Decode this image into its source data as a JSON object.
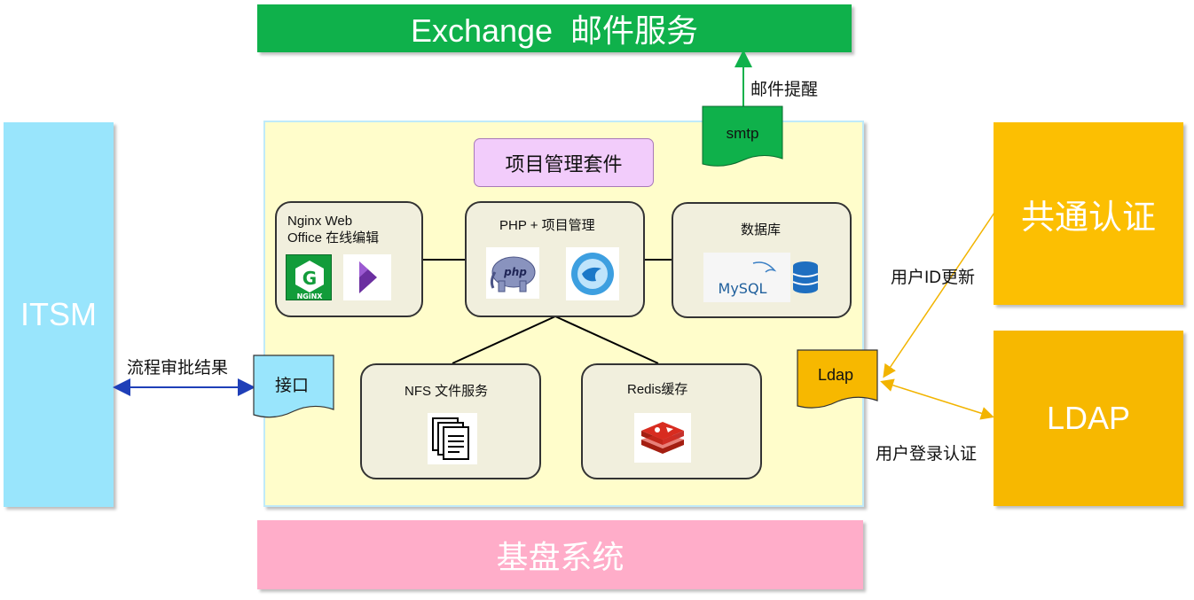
{
  "top_service": "Exchange  邮件服务",
  "left_system": "ITSM",
  "right_systems": {
    "auth": "共通认证",
    "ldap": "LDAP"
  },
  "base_system": "基盘系统",
  "suite_title": "项目管理套件",
  "components": {
    "nginx": {
      "line1": "Nginx Web",
      "line2": "Office 在线编辑"
    },
    "php": "PHP  + 项目管理",
    "db": "数据库",
    "nfs": "NFS 文件服务",
    "redis": "Redis缓存"
  },
  "docs": {
    "smtp": "smtp",
    "api": "接口",
    "ldap": "Ldap"
  },
  "edge_labels": {
    "mail_reminder": "邮件提醒",
    "approval_result": "流程审批结果",
    "user_id_update": "用户ID更新",
    "user_login_auth": "用户登录认证"
  },
  "logos": {
    "nginx_text": "NGiNX",
    "php_text": "php",
    "mysql_text": "MySQL"
  },
  "colors": {
    "exchange": "#0fb14b",
    "itsm": "#99e5fc",
    "auth": "#fcbf02",
    "ldap": "#f7b800",
    "base": "#ffadc9",
    "suite_bg": "#fffdcb",
    "title_bg": "#f2ccfb",
    "component_bg": "#f1efdd"
  }
}
